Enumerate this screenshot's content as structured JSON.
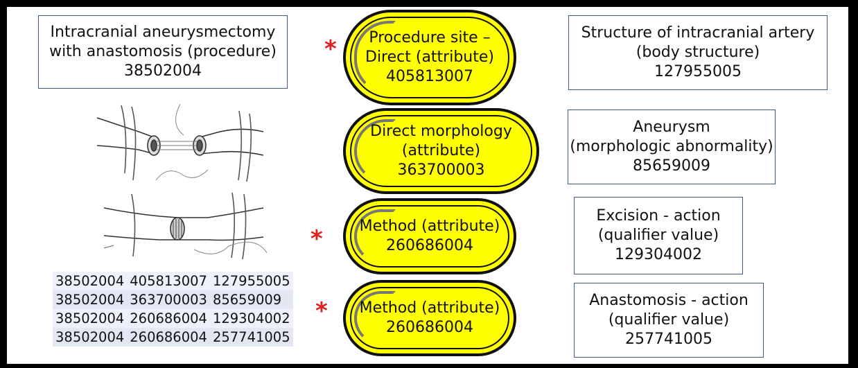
{
  "procedure": {
    "lines": [
      "Intracranial aneurysmectomy",
      "with anastomosis (procedure)",
      "38502004"
    ]
  },
  "attributes": [
    {
      "lines": [
        "Procedure site –",
        "Direct (attribute)",
        "405813007"
      ],
      "starred": true
    },
    {
      "lines": [
        "Direct morphology",
        "(attribute)",
        "363700003"
      ],
      "starred": false
    },
    {
      "lines": [
        "Method (attribute)",
        "260686004"
      ],
      "starred": true
    },
    {
      "lines": [
        "Method (attribute)",
        "260686004"
      ],
      "starred": true
    }
  ],
  "values": [
    {
      "lines": [
        "Structure of intracranial artery",
        "(body structure)",
        "127955005"
      ]
    },
    {
      "lines": [
        "Aneurysm",
        "(morphologic abnormality)",
        "85659009"
      ]
    },
    {
      "lines": [
        "Excision - action",
        "(qualifier value)",
        "129304002"
      ]
    },
    {
      "lines": [
        "Anastomosis - action",
        "(qualifier value)",
        "257741005"
      ]
    }
  ],
  "star_symbol": "*",
  "table": {
    "rows": [
      [
        "38502004",
        "405813007",
        "127955005"
      ],
      [
        "38502004",
        "363700003",
        "85659009"
      ],
      [
        "38502004",
        "260686004",
        "129304002"
      ],
      [
        "38502004",
        "260686004",
        "257741005"
      ]
    ]
  },
  "colors": {
    "pill_fill": "#ffff00",
    "star": "#e02020",
    "box_border": "#3d5a80",
    "table_bg": "#eef1f9"
  }
}
